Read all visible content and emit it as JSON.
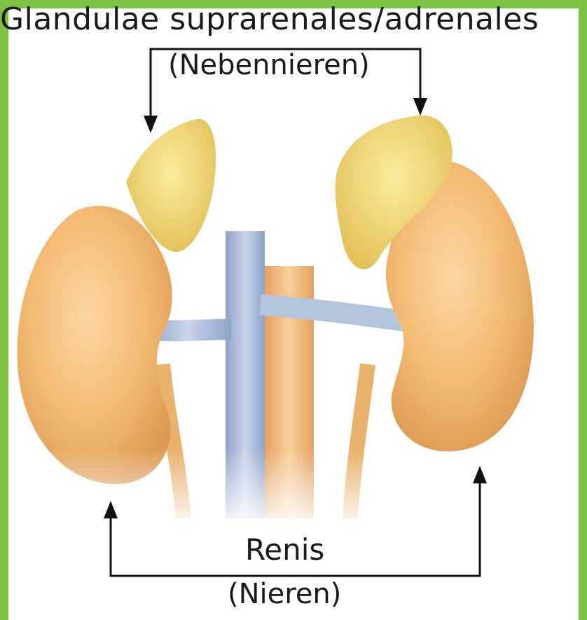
{
  "labels": {
    "adrenal_latin": "Glandulae suprarenales/adrenales",
    "adrenal_german": "(Nebennieren)",
    "kidney_latin": "Renis",
    "kidney_german": "(Nieren)"
  },
  "colors": {
    "frame": "#7dc142",
    "kidney": "#f2b870",
    "adrenal": "#f3dd7a",
    "vein": "#a9b8d6",
    "aorta": "#efb476"
  }
}
